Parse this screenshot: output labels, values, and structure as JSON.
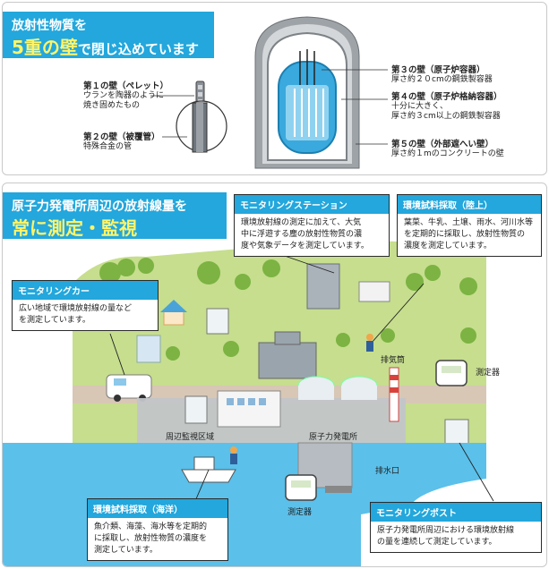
{
  "walls_section": {
    "title_line1": "放射性物質を",
    "title_line2_big": "5重の壁",
    "title_line2_rest": "で閉じ込めています",
    "walls": [
      {
        "name": "第１の壁（ペレット）",
        "desc": [
          "ウランを陶器のように",
          "焼き固めたもの"
        ]
      },
      {
        "name": "第２の壁（被覆管）",
        "desc": [
          "特殊合金の管"
        ]
      },
      {
        "name": "第３の壁（原子炉容器）",
        "desc": [
          "厚さ約２０cmの鋼鉄製容器"
        ]
      },
      {
        "name": "第４の壁（原子炉格納容器）",
        "desc": [
          "十分に大きく、",
          "厚さ約３cm以上の鋼鉄製容器"
        ]
      },
      {
        "name": "第５の壁（外部遮へい壁）",
        "desc": [
          "厚さ約１mのコンクリートの壁"
        ]
      }
    ]
  },
  "monitoring_section": {
    "title_line1": "原子力発電所周辺の放射線量を",
    "title_line2": "常に測定・監視",
    "callouts": {
      "station": {
        "title": "モニタリングステーション",
        "body": [
          "環境放射線の測定に加えて、大気",
          "中に浮遊する塵の放射性物質の濃",
          "度や気象データを測定しています。"
        ]
      },
      "land": {
        "title": "環境試料採取（陸上）",
        "body": [
          "葉菜、牛乳、土壌、雨水、河川水等",
          "を定期的に採取し、放射性物質の",
          "濃度を測定しています。"
        ]
      },
      "car": {
        "title": "モニタリングカー",
        "body": [
          "広い地域で環境放射線の量など",
          "を測定しています。"
        ]
      },
      "sea": {
        "title": "環境試料採取（海洋）",
        "body": [
          "魚介類、海藻、海水等を定期的",
          "に採取し、放射性物質の濃度を",
          "測定しています。"
        ]
      },
      "post": {
        "title": "モニタリングポスト",
        "body": [
          "原子力発電所周辺における環境放射線",
          "の量を連続して測定しています。"
        ]
      }
    },
    "map_labels": {
      "area": "周辺監視区域",
      "plant": "原子力発電所",
      "stack": "排気筒",
      "outlet": "排水口",
      "meter1": "測定器",
      "meter2": "測定器"
    }
  },
  "colors": {
    "accent": "#23a7dc",
    "highlight": "#fff46a",
    "sea": "#5bc0ea",
    "grass": "#b9d87a"
  }
}
